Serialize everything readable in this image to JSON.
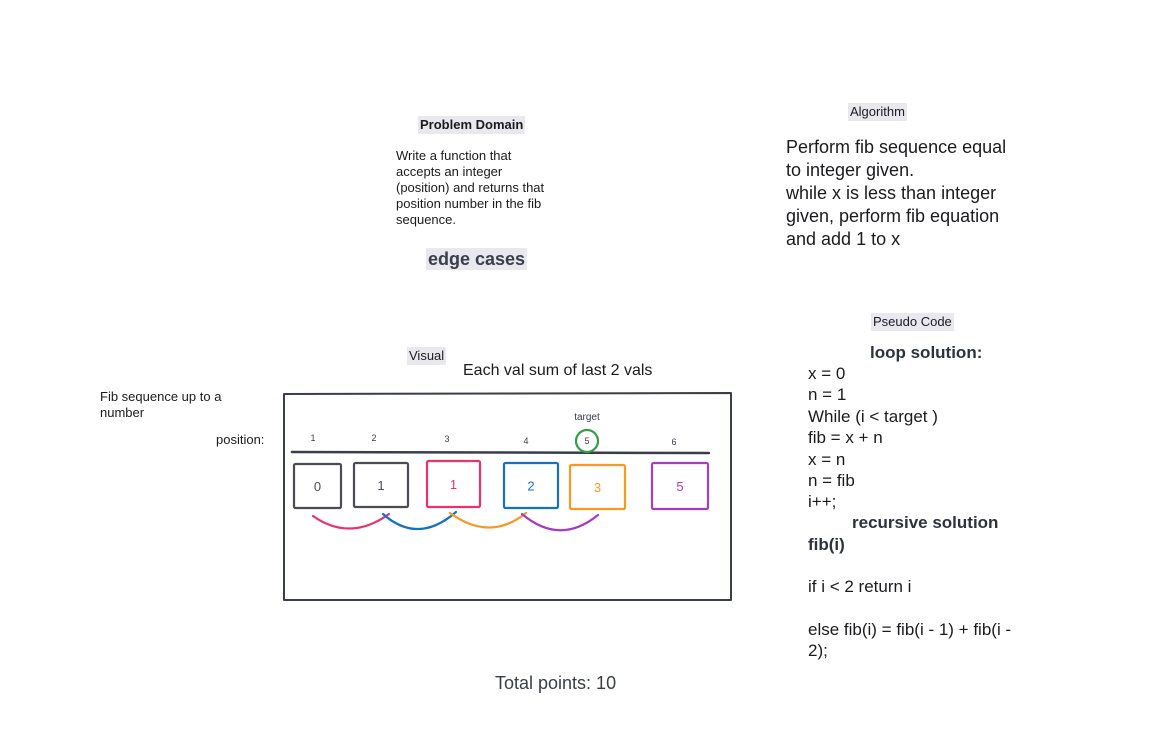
{
  "problem_domain": {
    "title": "Problem Domain",
    "description": [
      "Write a function that",
      "accepts an integer",
      "(position) and returns that",
      "position number in the fib",
      "sequence."
    ],
    "edge_cases": "edge cases"
  },
  "algorithm": {
    "title": "Algorithm",
    "lines": [
      "Perform fib sequence equal",
      "to integer given.",
      "while x is less than integer",
      "given, perform fib equation",
      "and add 1 to x"
    ]
  },
  "pseudo_code": {
    "title": "Pseudo Code",
    "loop_heading": "loop solution:",
    "loop_lines": [
      "x = 0",
      "n = 1",
      "While (i < target )",
      "fib = x + n",
      "x = n",
      "n = fib",
      "i++;"
    ],
    "recursive_heading": "recursive solution",
    "recursive_name": "fib(i)",
    "recursive_base": "if i < 2 return i",
    "recursive_else": [
      "else fib(i) =  fib(i - 1) + fib(i -",
      "2);"
    ]
  },
  "visual": {
    "title": "Visual",
    "subtitle": "Each val sum of last 2 vals",
    "note": [
      "Fib sequence up to a",
      "number"
    ],
    "position_label": "position:",
    "target_label": "target",
    "positions": [
      "1",
      "2",
      "3",
      "4",
      "5",
      "6"
    ],
    "values": [
      "0",
      "1",
      "1",
      "2",
      "3",
      "5"
    ],
    "value_colors": [
      "#4a4c55",
      "#4a4c55",
      "#e8336d",
      "#1571c2",
      "#f59a23",
      "#a63cc2"
    ],
    "arc_colors": [
      "#e8336d",
      "#1571c2",
      "#f59a23",
      "#a63cc2"
    ],
    "target_color": "#2f9e44",
    "position_color": "#a63cc2"
  },
  "footer": {
    "total_points": "Total points: 10"
  }
}
